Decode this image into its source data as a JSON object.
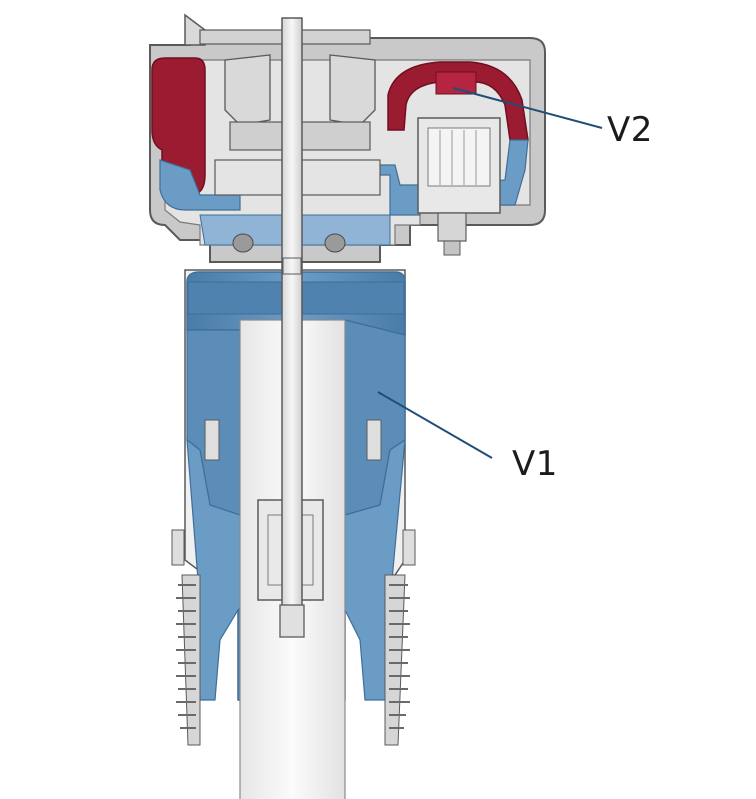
{
  "callouts": [
    {
      "id": "v2",
      "label": "V2"
    },
    {
      "id": "v1",
      "label": "V1"
    }
  ],
  "colors": {
    "background": "#ffffff",
    "housing_gray": "#c9c9c9",
    "housing_light": "#e4e4e4",
    "outline": "#5a5a5a",
    "volume_blue": "#5b8db8",
    "volume_blue_dark": "#3f6f99",
    "volume_red": "#9b1b30",
    "volume_red_dark": "#6f1020",
    "leader_line": "#1f4e79"
  }
}
